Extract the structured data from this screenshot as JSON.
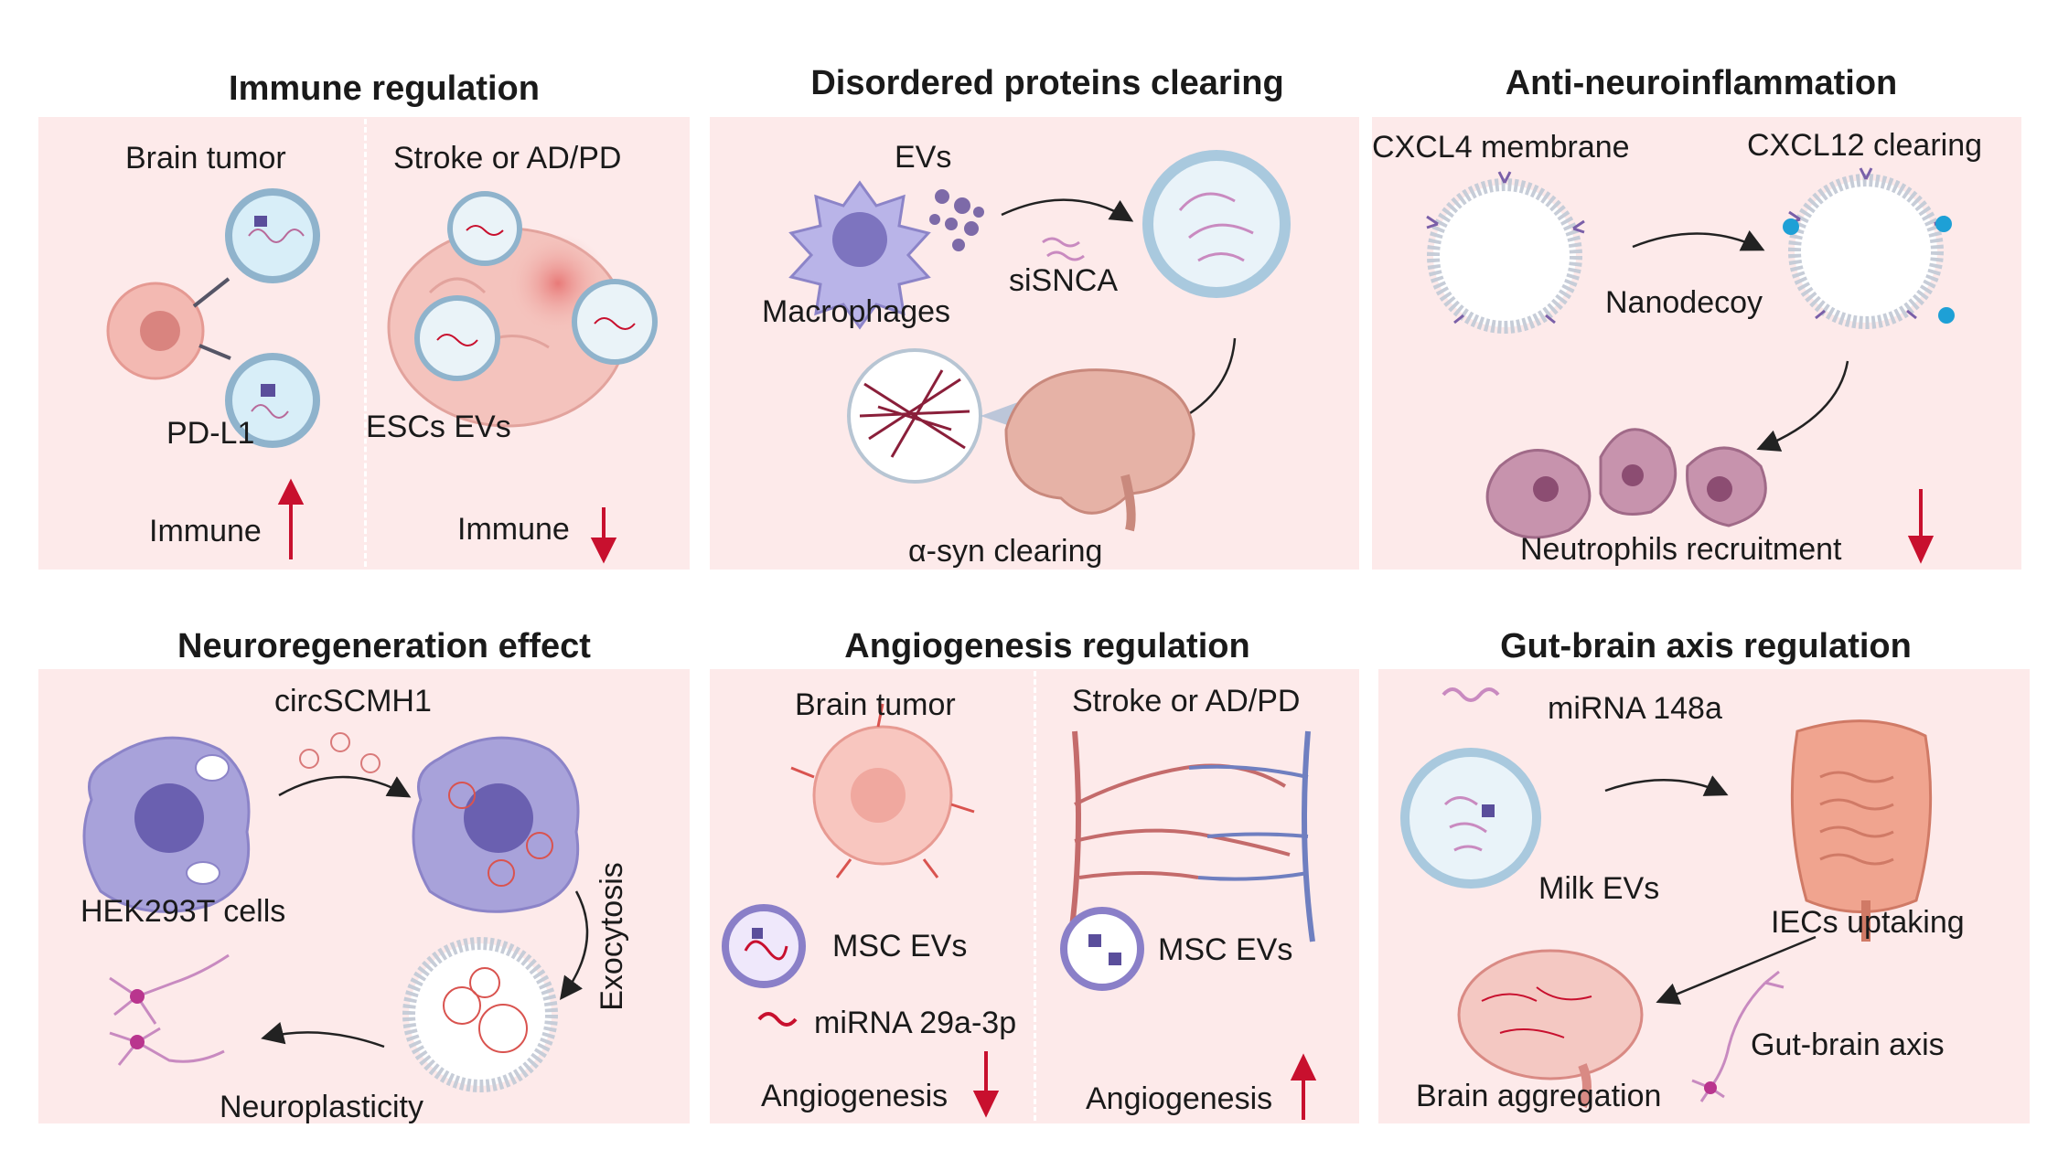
{
  "panels": {
    "immune": {
      "title": "Immune regulation",
      "left_heading": "Brain tumor",
      "right_heading": "Stroke or AD/PD",
      "pdl1": "PD-L1",
      "escs_evs": "ESCs EVs",
      "immune_left": "Immune",
      "immune_right": "Immune"
    },
    "disordered": {
      "title": "Disordered proteins clearing",
      "evs": "EVs",
      "macrophages": "Macrophages",
      "sisnca": "siSNCA",
      "asyn": "α-syn clearing"
    },
    "antiinflam": {
      "title": "Anti-neuroinflammation",
      "cxcl4": "CXCL4 membrane",
      "cxcl12": "CXCL12 clearing",
      "nanodecoy": "Nanodecoy",
      "neutrophils": "Neutrophils recruitment"
    },
    "neuroregen": {
      "title": "Neuroregeneration effect",
      "circ": "circSCMH1",
      "hek": "HEK293T cells",
      "exocytosis": "Exocytosis",
      "neuroplasticity": "Neuroplasticity"
    },
    "angio": {
      "title": "Angiogenesis regulation",
      "left_heading": "Brain tumor",
      "right_heading": "Stroke or AD/PD",
      "msc_left": "MSC EVs",
      "msc_right": "MSC EVs",
      "mirna": "miRNA 29a-3p",
      "angio_left": "Angiogenesis",
      "angio_right": "Angiogenesis"
    },
    "gut": {
      "title": "Gut-brain axis regulation",
      "mirna": "miRNA 148a",
      "milk": "Milk EVs",
      "iecs": "IECs uptaking",
      "axis": "Gut-brain axis",
      "brain": "Brain aggregation"
    }
  },
  "colors": {
    "panel_bg": "#fdeaea",
    "arrow_red": "#c8102e",
    "vesicle_blue": "#8fb3cc",
    "cell_purple": "#8c84c8",
    "neutrophil": "#b67a9a"
  }
}
